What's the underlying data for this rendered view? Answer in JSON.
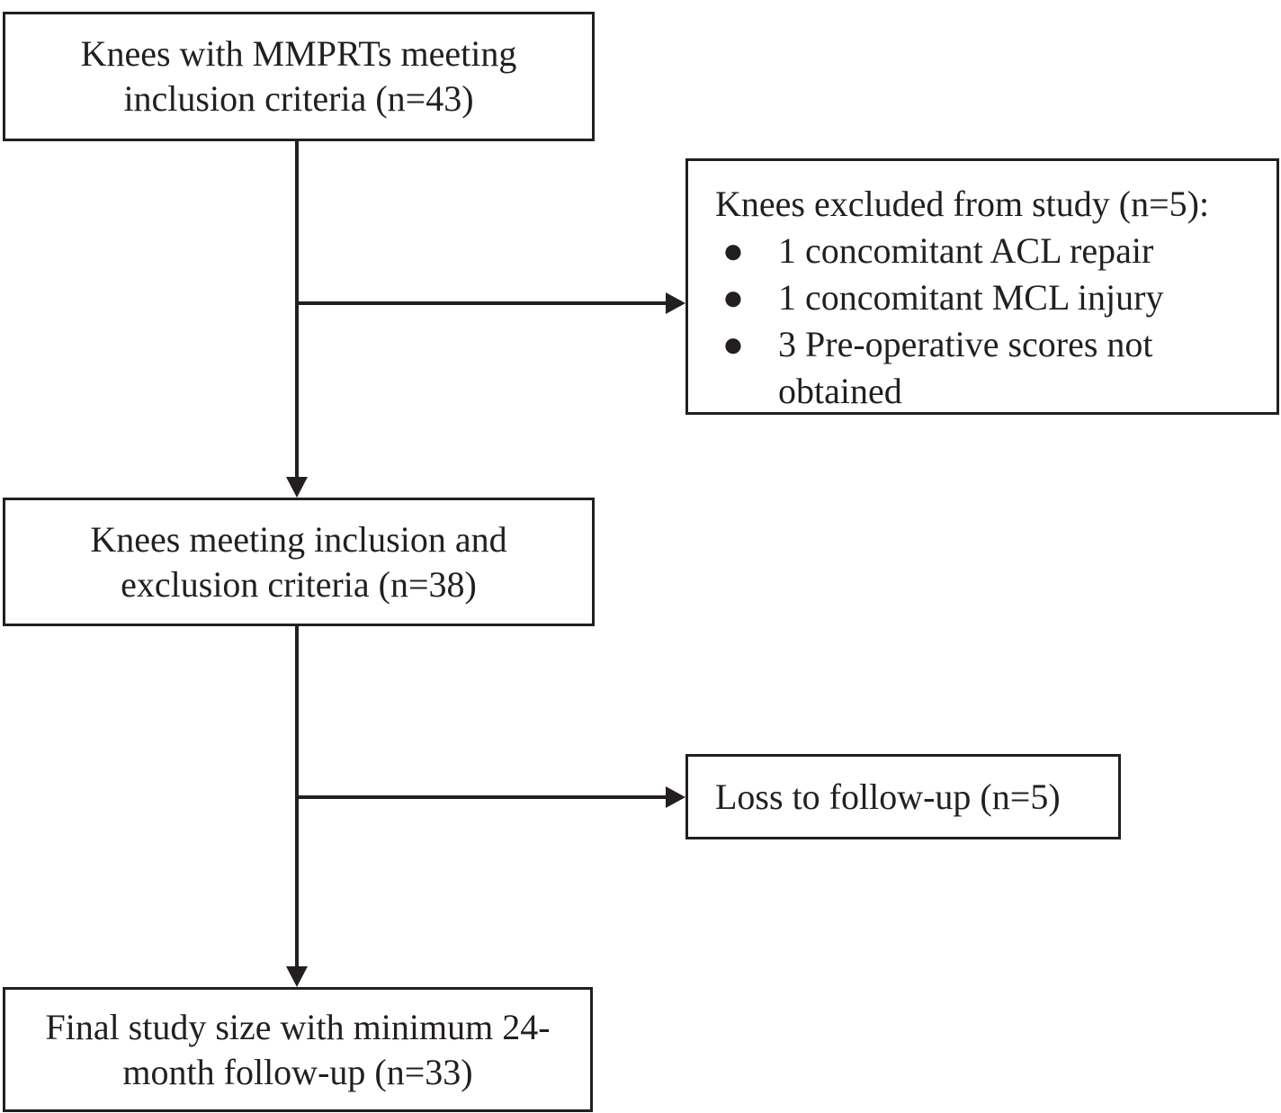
{
  "flowchart": {
    "inclusion": {
      "line1": "Knees with MMPRTs meeting",
      "line2": "inclusion criteria (n=43)"
    },
    "excluded": {
      "heading": "Knees excluded from study (n=5):",
      "items": [
        "1 concomitant ACL repair",
        "1 concomitant MCL injury",
        "3 Pre-operative scores not obtained"
      ],
      "bullet": "●"
    },
    "eligible": {
      "line1": "Knees meeting inclusion and",
      "line2": "exclusion criteria (n=38)"
    },
    "loss": {
      "label": "Loss to follow-up (n=5)"
    },
    "final": {
      "line1": "Final study size with minimum 24-",
      "line2": "month follow-up (n=33)"
    }
  },
  "colors": {
    "line": "#231f20",
    "background": "#ffffff"
  }
}
